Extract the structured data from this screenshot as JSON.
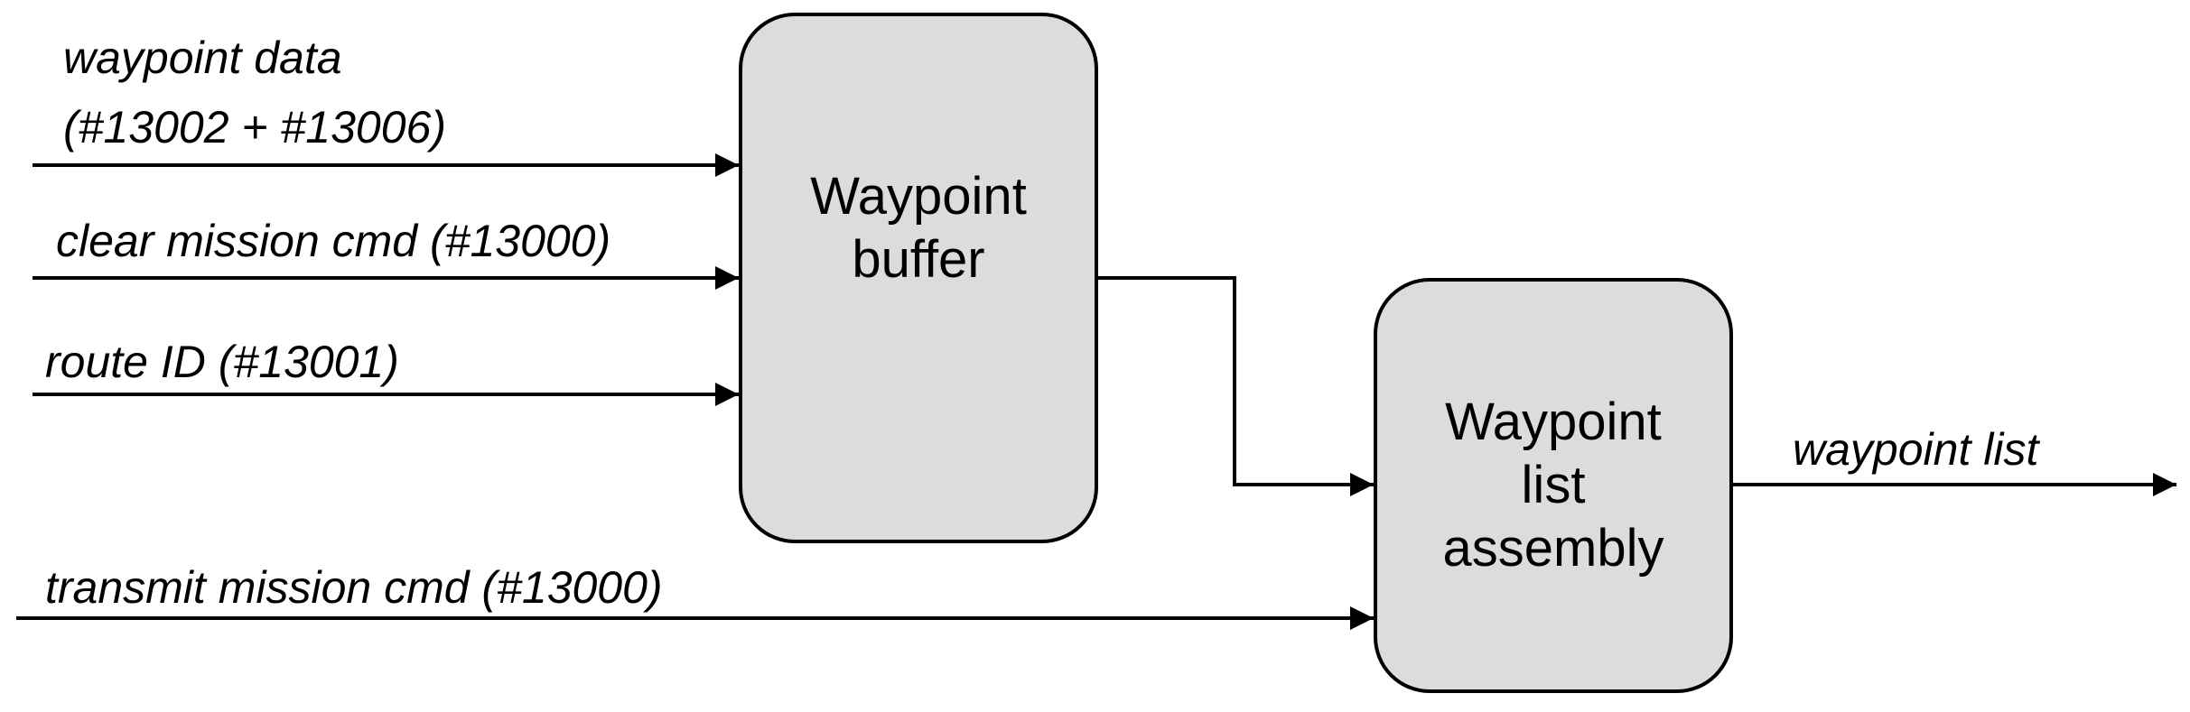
{
  "blocks": {
    "waypoint_buffer": "Waypoint\nbuffer",
    "waypoint_list_assembly": "Waypoint\nlist\nassembly"
  },
  "signals": {
    "waypoint_data_line1": "waypoint data",
    "waypoint_data_line2": "(#13002 + #13006)",
    "clear_mission": "clear mission cmd (#13000)",
    "route_id": "route ID (#13001)",
    "transmit_mission": "transmit mission cmd (#13000)",
    "waypoint_list": "waypoint list"
  }
}
